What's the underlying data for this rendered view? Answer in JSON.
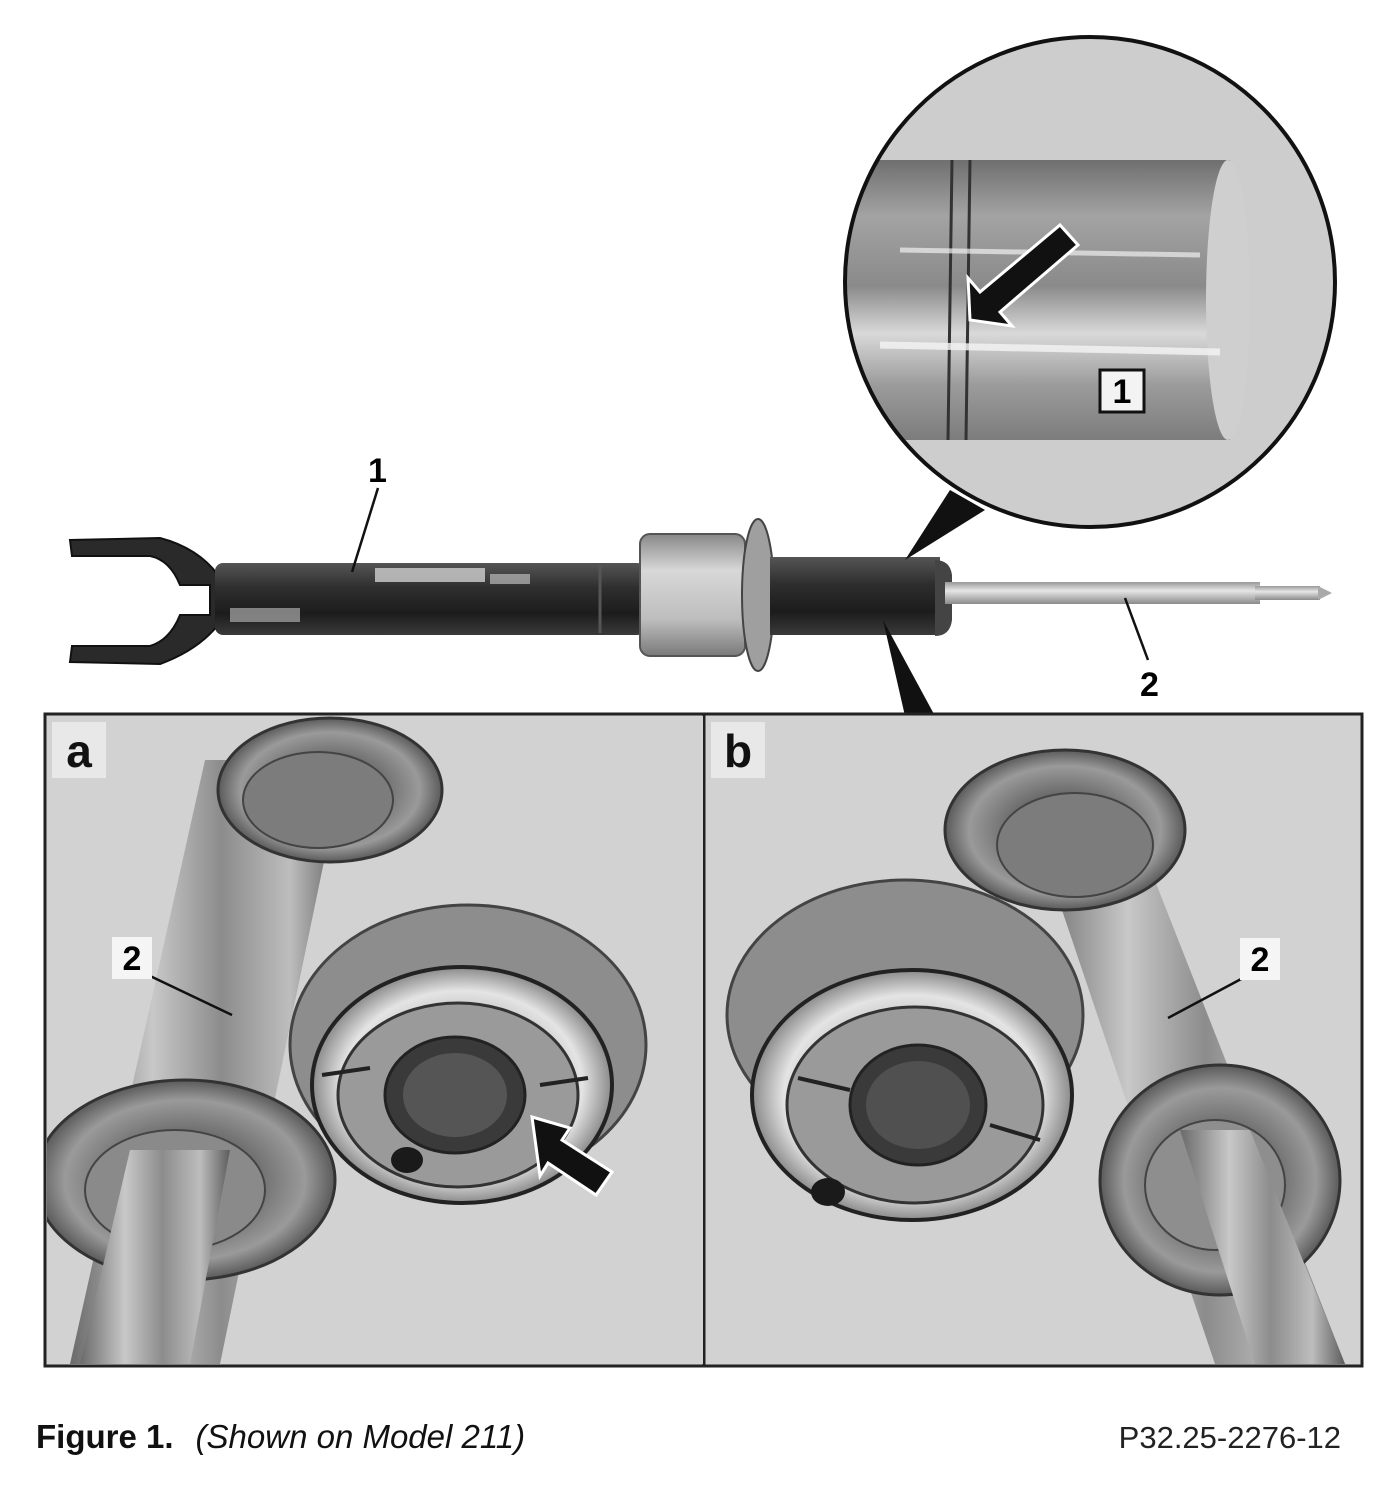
{
  "callouts": {
    "strut_tube": "1",
    "piston_rod": "2",
    "zoom_tube": "1",
    "panel_a_rod": "2",
    "panel_b_rod": "2"
  },
  "panels": {
    "a": "a",
    "b": "b"
  },
  "caption": {
    "label": "Figure 1.",
    "note": "(Shown on Model 211)"
  },
  "figure_code": "P32.25-2276-12",
  "colors": {
    "panel_background": "#d2d2d2",
    "frame": "#222222",
    "metal_dark": "#2b2b2b",
    "metal_light": "#b8b8b8"
  },
  "icons": [
    "arrow-icon"
  ]
}
